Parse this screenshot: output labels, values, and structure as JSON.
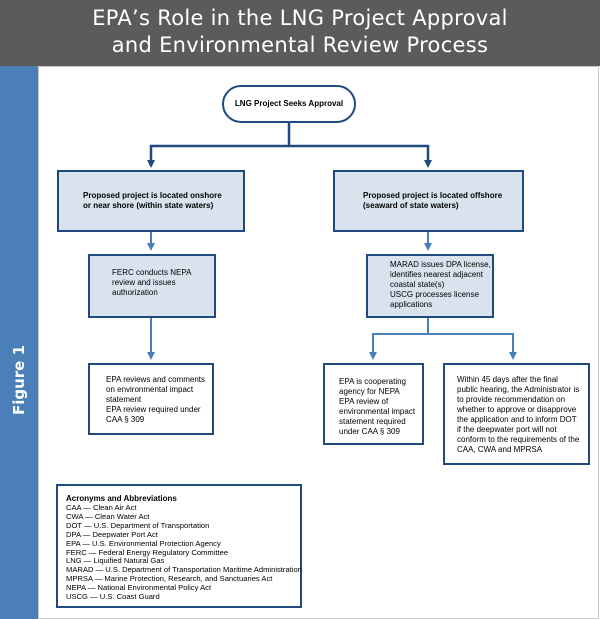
{
  "title": {
    "line1": "EPA’s Role in the LNG Project Approval",
    "line2": "and Environmental Review Process"
  },
  "figure_label": "Figure 1",
  "nodes": {
    "start": "LNG Project Seeks Approval",
    "onshore": "Proposed project is located onshore\nor near shore (within state waters)",
    "offshore": "Proposed project is located offshore\n(seaward of state waters)",
    "ferc": "FERC conducts NEPA\nreview and issues\nauthorization",
    "marad": "MARAD issues DPA license,\nidentifies nearest adjacent\ncoastal state(s)\nUSCG processes license\napplications",
    "epa_onshore": "EPA reviews and comments\non environmental impact\nstatement\nEPA review required under\nCAA § 309",
    "epa_offshore": "EPA is cooperating\nagency for NEPA\nEPA review of\nenvironmental impact\nstatement required\nunder CAA § 309",
    "hearing": "Within 45 days after the final\npublic hearing, the Administrator is\nto provide recommendation on\nwhether to approve or disapprove\nthe application and to inform DOT\nif the deepwater port will not\nconform to the requirements of the\nCAA, CWA and MPRSA"
  },
  "acronyms": {
    "title": "Acronyms and Abbreviations",
    "items": [
      "CAA — Clean Air Act",
      "CWA — Clean Water Act",
      "DOT — U.S. Department of Transportation",
      "DPA — Deepwater Port Act",
      "EPA — U.S. Environmental Protection Agency",
      "FERC — Federal Energy Regulatory Committee",
      "LNG — Liquified Natural Gas",
      "MARAD — U.S. Department of Transportation Maritime Administration",
      "MPRSA — Marine Protection, Research, and Sanctuaries Act",
      "NEPA — National Environmental Policy Act",
      "USCG — U.S. Coast Guard"
    ]
  },
  "colors": {
    "header": "#5b5b5b",
    "sidebar": "#4a80b7",
    "border": "#1e4a80",
    "shade": "#d9e3ee",
    "arrow_dark": "#1e4a80",
    "arrow_light": "#4a80b7"
  }
}
